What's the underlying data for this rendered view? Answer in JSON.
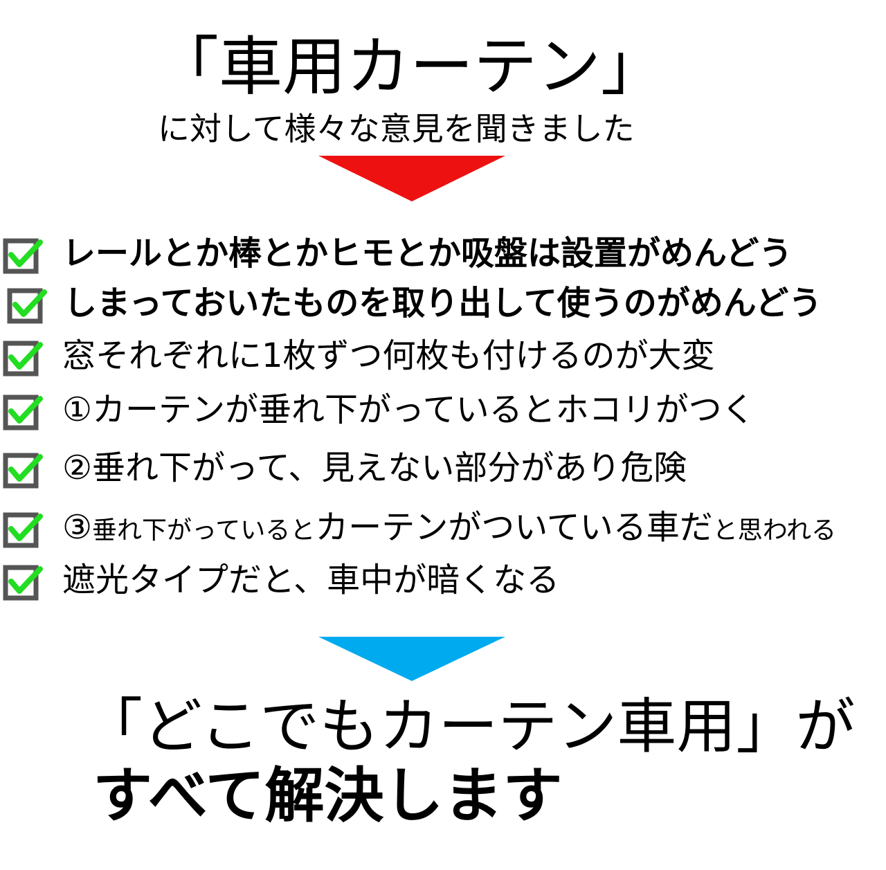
{
  "header": {
    "title": "「車用カーテン」",
    "subtitle": "に対して様々な意見を聞きました"
  },
  "colors": {
    "red_arrow": "#ee1111",
    "blue_arrow": "#00aaee",
    "check": "#22dd22",
    "box": "#555555"
  },
  "items": [
    {
      "text": "レールとか棒とかヒモとか吸盤は設置がめんどう"
    },
    {
      "text": "しまっておいたものを取り出して使うのがめんどう"
    },
    {
      "text": "窓それぞれに1枚ずつ何枚も付けるのが大変"
    },
    {
      "text": "①カーテンが垂れ下がっているとホコリがつく"
    },
    {
      "text": "②垂れ下がって、見えない部分があり危険"
    },
    {
      "text_a": "③",
      "text_b": "垂れ下がっていると",
      "text_c": "カーテンがついている車だ",
      "text_d": "と思われる"
    },
    {
      "text": "遮光タイプだと、車中が暗くなる"
    }
  ],
  "conclusion": {
    "line1": "「どこでもカーテン車用」が",
    "line2": "すべて解決します"
  }
}
